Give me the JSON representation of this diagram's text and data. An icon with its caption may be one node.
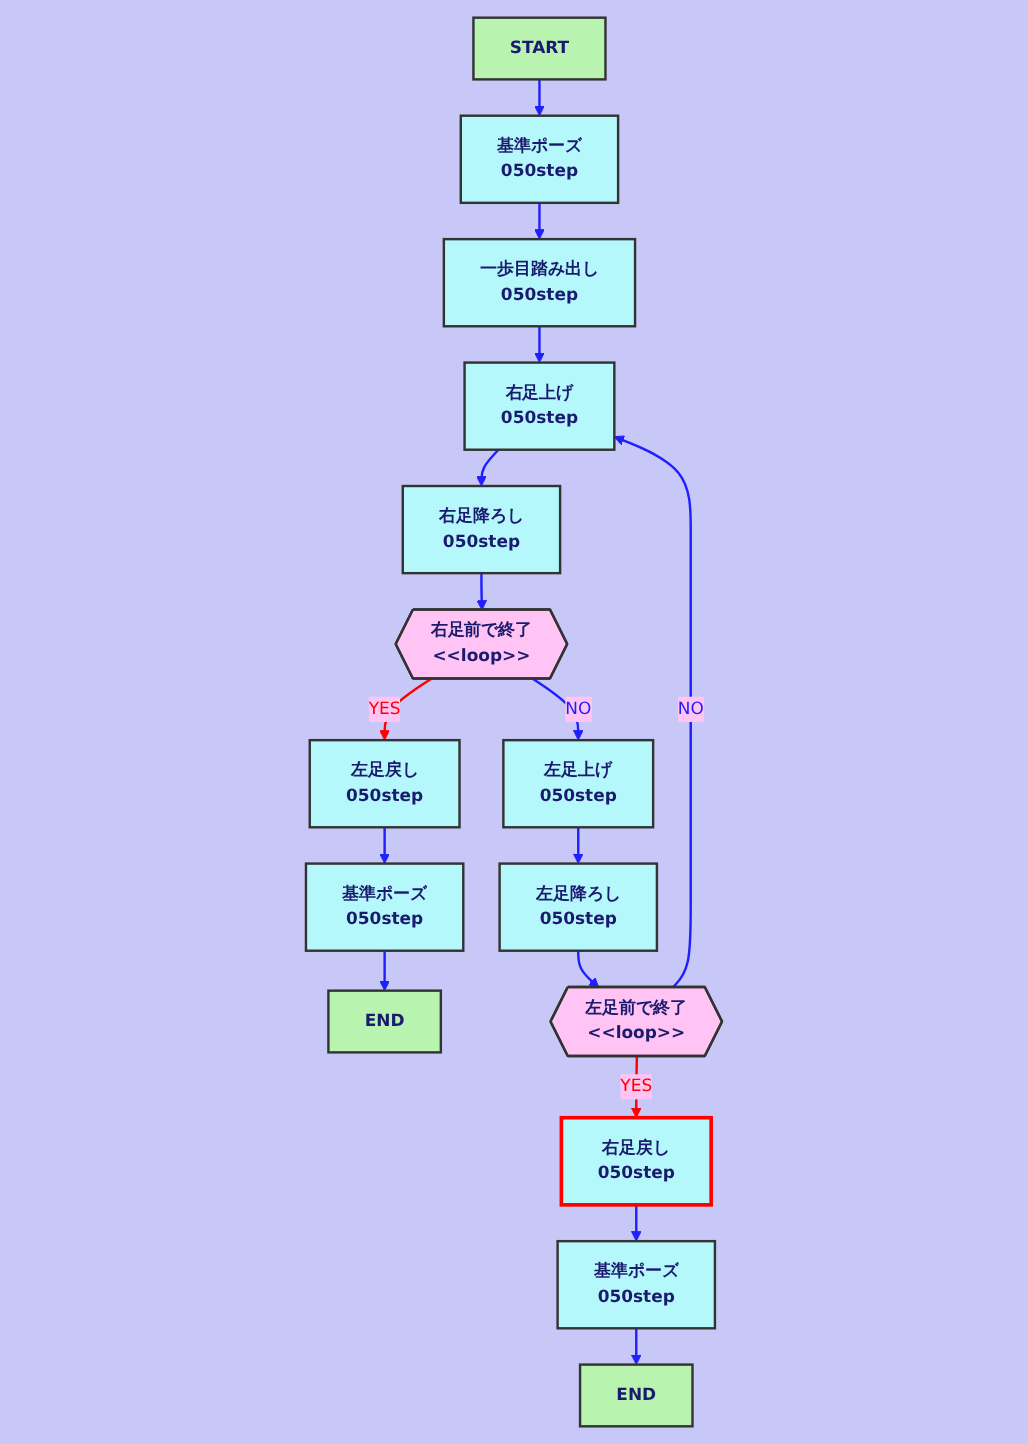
{
  "diagram": {
    "nodes": [
      {
        "text": [
          "START"
        ]
      },
      {
        "text": [
          "基準ポーズ",
          "050step"
        ]
      },
      {
        "text": [
          "一歩目踏み出し",
          "050step"
        ]
      },
      {
        "text": [
          "右足上げ",
          "050step"
        ]
      },
      {
        "text": [
          "右足降ろし",
          "050step"
        ]
      },
      {
        "text": [
          "右足前で終了",
          "<<loop>>"
        ]
      },
      {
        "text": [
          "左足上げ",
          "050step"
        ]
      },
      {
        "text": [
          "左足降ろし",
          "050step"
        ]
      },
      {
        "text": [
          "左足前で終了",
          "<<loop>>"
        ]
      },
      {
        "text": [
          "左足戻し",
          "050step"
        ]
      },
      {
        "text": [
          "基準ポーズ",
          "050step"
        ]
      },
      {
        "text": [
          "END"
        ]
      },
      {
        "text": [
          "右足戻し",
          "050step"
        ]
      },
      {
        "text": [
          "基準ポーズ",
          "050step"
        ]
      },
      {
        "text": [
          "END"
        ]
      }
    ],
    "edges": [
      {
        "from": 0,
        "to": 1,
        "arrow": "to"
      },
      {
        "from": 1,
        "to": 2,
        "arrow": "to"
      },
      {
        "from": 2,
        "to": 3,
        "arrow": "to"
      },
      {
        "from": 3,
        "to": 4,
        "arrow": "to"
      },
      {
        "from": 4,
        "to": 5,
        "arrow": "to"
      },
      {
        "from": 5,
        "to": 9,
        "arrow": "to",
        "label": "YES",
        "color": "#ff0000"
      },
      {
        "from": 5,
        "to": 6,
        "arrow": "to",
        "label": "NO"
      },
      {
        "from": 6,
        "to": 7,
        "arrow": "to"
      },
      {
        "from": 7,
        "to": 8,
        "arrow": "to"
      },
      {
        "from": 8,
        "to": 12,
        "arrow": "to",
        "label": "YES",
        "color": "#ff0000"
      },
      {
        "from": 8,
        "to": 3,
        "arrow": "to",
        "label": "NO"
      },
      {
        "from": 9,
        "to": 10,
        "arrow": "to"
      },
      {
        "from": 10,
        "to": 11,
        "arrow": "to"
      },
      {
        "from": 12,
        "to": 13,
        "arrow": "to"
      },
      {
        "from": 13,
        "to": 14,
        "arrow": "to"
      }
    ]
  }
}
